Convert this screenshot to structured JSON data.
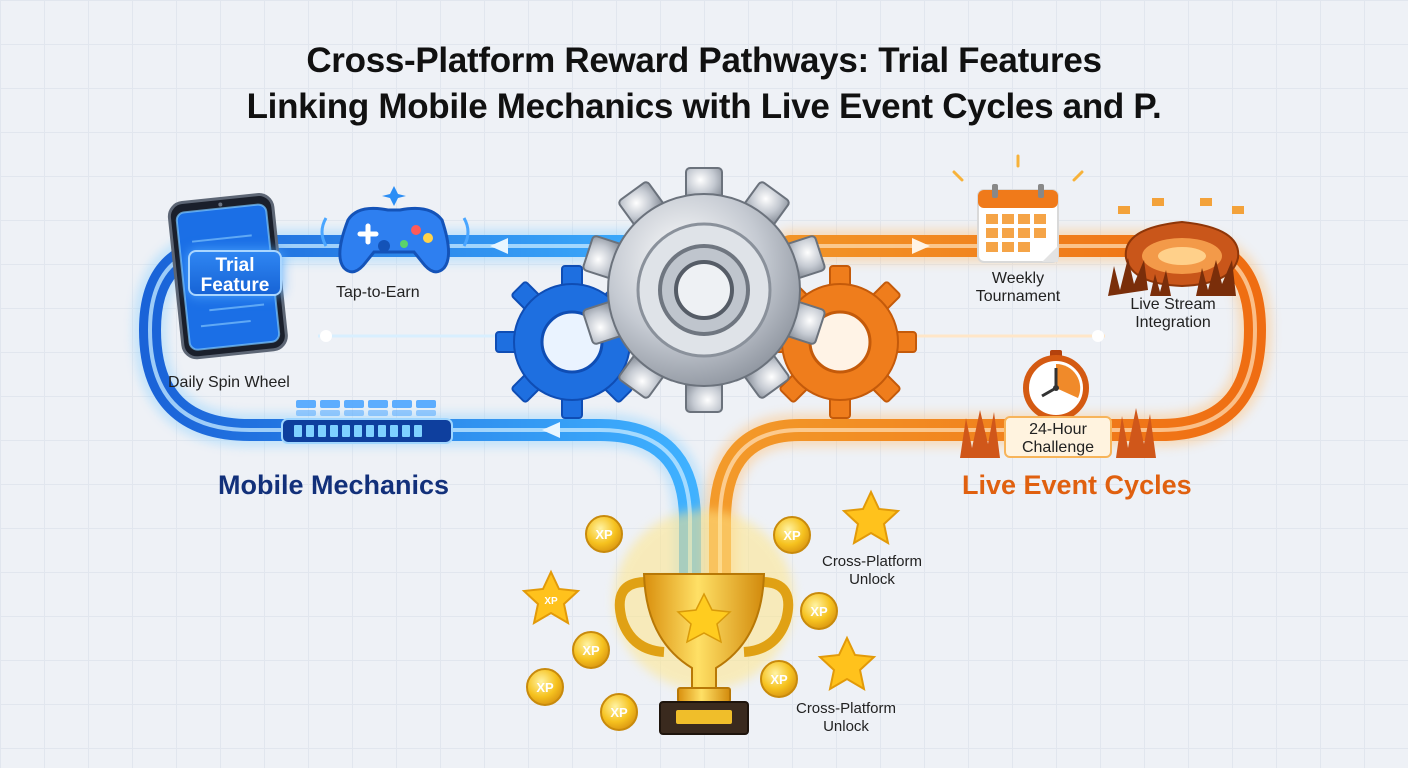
{
  "title": {
    "line1": "Cross-Platform Reward Pathways: Trial Features",
    "line2": "Linking Mobile Mechanics with Live Event Cycles and P."
  },
  "mobile": {
    "heading": "Mobile Mechanics",
    "trial_feature": "Trial Feature",
    "tap_to_earn": "Tap-to-Earn",
    "daily_spin": "Daily Spin Wheel"
  },
  "live": {
    "heading": "Live Event Cycles",
    "weekly_tournament": "Weekly Tournament",
    "live_stream": "Live Stream Integration",
    "challenge": "24-Hour Challenge"
  },
  "rewards": {
    "xp_label": "XP",
    "unlock_1": "Cross-Platform Unlock",
    "unlock_2": "Cross-Platform Unlock"
  },
  "colors": {
    "mobile_blue": "#1f7ae8",
    "live_orange": "#f07a1a",
    "gold": "#f5b81c"
  },
  "icons": [
    "smartphone-icon",
    "gamepad-icon",
    "progress-bar-icon",
    "gear-icon",
    "calendar-icon",
    "stadium-icon",
    "timer-icon",
    "crowd-icon",
    "trophy-icon",
    "xp-coin-icon",
    "star-icon"
  ]
}
